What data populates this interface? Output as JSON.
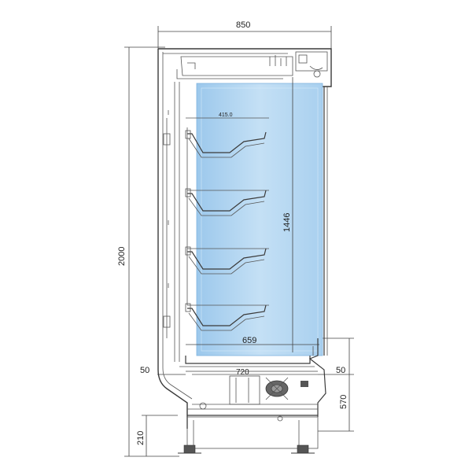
{
  "dimensions": {
    "overall_width": "850",
    "overall_height": "2000",
    "display_height": "1446",
    "shelf_depth": "415.0",
    "display_depth": "659",
    "base_depth": "720",
    "left_offset": "50",
    "right_offset": "50",
    "base_right_height": "570",
    "foot_height": "210"
  },
  "colors": {
    "glass": "#b9d8f0",
    "glass_edge": "#8fbfe4",
    "line": "#3a3a3a"
  }
}
